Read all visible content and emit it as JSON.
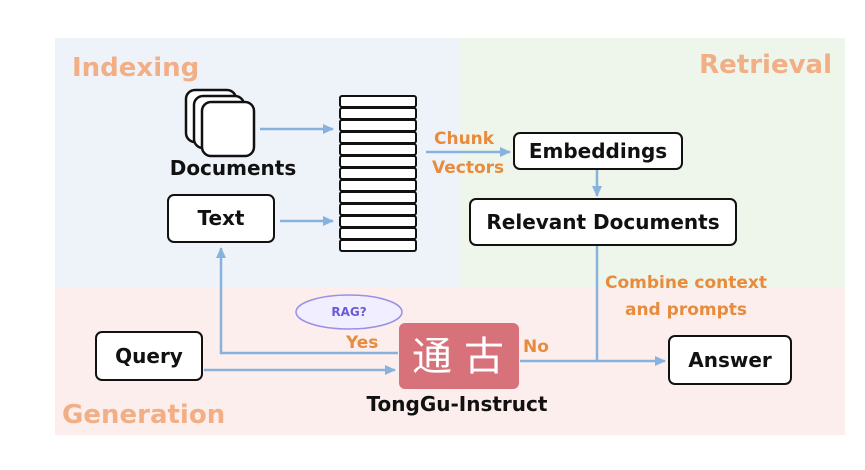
{
  "colors": {
    "indexing_bg": "#eef3fa",
    "retrieval_bg": "#eef5ea",
    "generation_bg": "#fbeeed",
    "region_label": "#f2ae84",
    "orange_text": "#e98b3c",
    "arrow": "#86b2dd",
    "seal": "#d7717a",
    "bubble_fill": "#f1efff",
    "bubble_stroke": "#9a8fe6",
    "bubble_text": "#6a5bd6"
  },
  "regions": {
    "indexing": "Indexing",
    "retrieval": "Retrieval",
    "generation": "Generation"
  },
  "nodes": {
    "documents": "Documents",
    "text": "Text",
    "embeddings": "Embeddings",
    "relevant_documents": "Relevant Documents",
    "query": "Query",
    "answer": "Answer",
    "model": "TongGu-Instruct"
  },
  "edge_labels": {
    "chunk": "Chunk",
    "vectors": "Vectors",
    "combine_1": "Combine context",
    "combine_2": "and prompts",
    "yes": "Yes",
    "no": "No"
  },
  "bubble": "RAG?",
  "seal_glyphs": [
    "通",
    "古"
  ],
  "icons": {
    "documents": "document-stack-icon",
    "vector_store": "vector-stack-icon",
    "seal": "tonggu-seal-icon"
  }
}
